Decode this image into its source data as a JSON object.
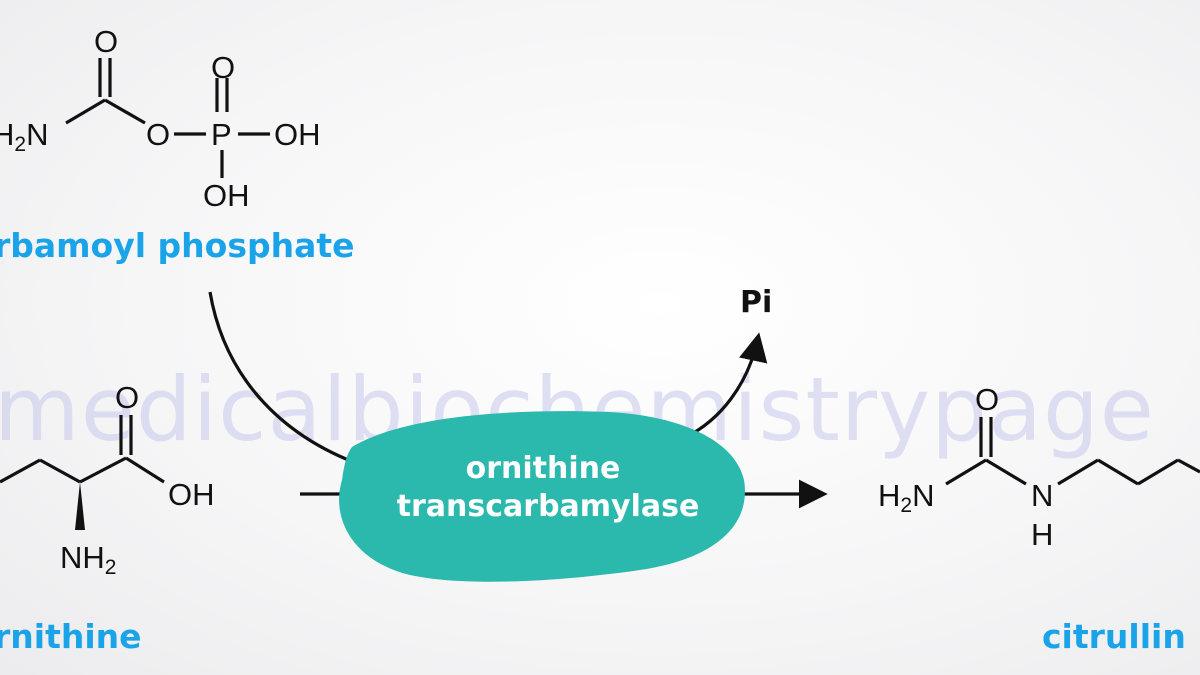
{
  "watermark": "medicalbiochemistrypage",
  "enzyme": {
    "line1": "ornithine",
    "line2": "transcarbamylase",
    "color": "#2bb8ad"
  },
  "byproduct": "Pi",
  "label_color": "#1aa3e8",
  "molecules": {
    "carbamoyl_phosphate": {
      "label": "rbamoyl phosphate",
      "atoms": {
        "o_carbonyl": "O",
        "amine": "H",
        "amine_n": "N",
        "ester_o": "O",
        "p": "P",
        "p_o": "O",
        "oh_right": "OH",
        "oh_down": "OH"
      }
    },
    "ornithine": {
      "label": "rnithine",
      "atoms": {
        "o_carbonyl": "O",
        "oh": "OH",
        "amine": "NH"
      }
    },
    "citrulline": {
      "label": "citrullin",
      "atoms": {
        "o_carbonyl": "O",
        "amine_h": "H",
        "amine_n": "N",
        "nh_n": "N",
        "nh_h": "H"
      }
    }
  }
}
